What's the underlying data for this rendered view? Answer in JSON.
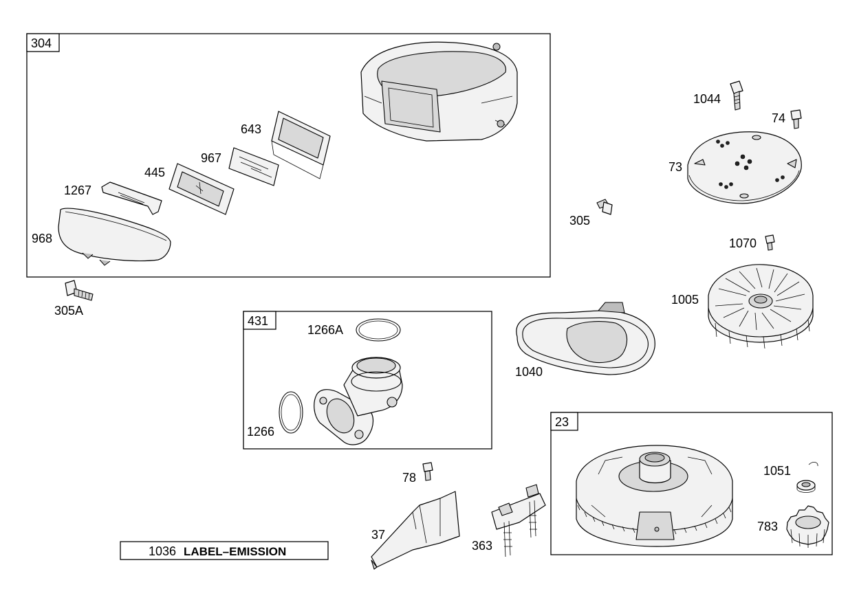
{
  "groups": {
    "g304": "304",
    "g431": "431",
    "g23": "23"
  },
  "parts": {
    "p643": "643",
    "p967": "967",
    "p445": "445",
    "p1267": "1267",
    "p968": "968",
    "p305A": "305A",
    "p1044": "1044",
    "p74": "74",
    "p73": "73",
    "p305": "305",
    "p1070": "1070",
    "p1005": "1005",
    "p1040": "1040",
    "p1266A": "1266A",
    "p1266": "1266",
    "p78": "78",
    "p37": "37",
    "p363": "363",
    "p1051": "1051",
    "p783": "783"
  },
  "label_emission": {
    "number": "1036",
    "text": "LABEL–EMISSION"
  }
}
